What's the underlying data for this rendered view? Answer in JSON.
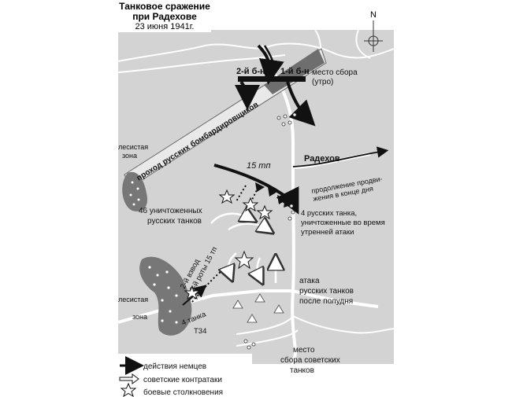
{
  "title": {
    "line1": "Танковое сражение",
    "line2": "при Радехове",
    "date": "23 июня 1941г."
  },
  "north_label": "N",
  "labels": {
    "bat2": "2-й б-н",
    "bat1": "1-й б-н",
    "assembly_morning_1": "место сбора",
    "assembly_morning_2": "(утро)",
    "bomber_corridor": "проход русских бомбардировщиков",
    "forest_upper_1": "лесистая",
    "forest_upper_2": "зона",
    "regiment_15": "15 тп",
    "radekhov": "Радехов",
    "continuation_1": "продолжение продви-",
    "continuation_2": "жения в конце дня",
    "destroyed_46_1": "46 уничтоженных",
    "destroyed_46_2": "русских танков",
    "four_tanks_1": "4 русских танка,",
    "four_tanks_2": "уничтоженные во время",
    "four_tanks_3": "утренней атаки",
    "platoon_1": "2-й взвод",
    "platoon_2": "2-й роты 15 тп",
    "forest_lower_1": "лесистая",
    "forest_lower_2": "зона",
    "t34_1": "4 танка",
    "t34_2": "Т34",
    "attack_1": "атака",
    "attack_2": "русских танков",
    "attack_3": "после полудня",
    "soviet_assembly_1": "место",
    "soviet_assembly_2": "сбора советских",
    "soviet_assembly_3": "танков"
  },
  "legend": [
    {
      "label": "действия немцев",
      "symbol": "black-arrow"
    },
    {
      "label": "советские контратаки",
      "symbol": "white-arrow"
    },
    {
      "label": "боевые столкновения",
      "symbol": "star"
    }
  ]
}
